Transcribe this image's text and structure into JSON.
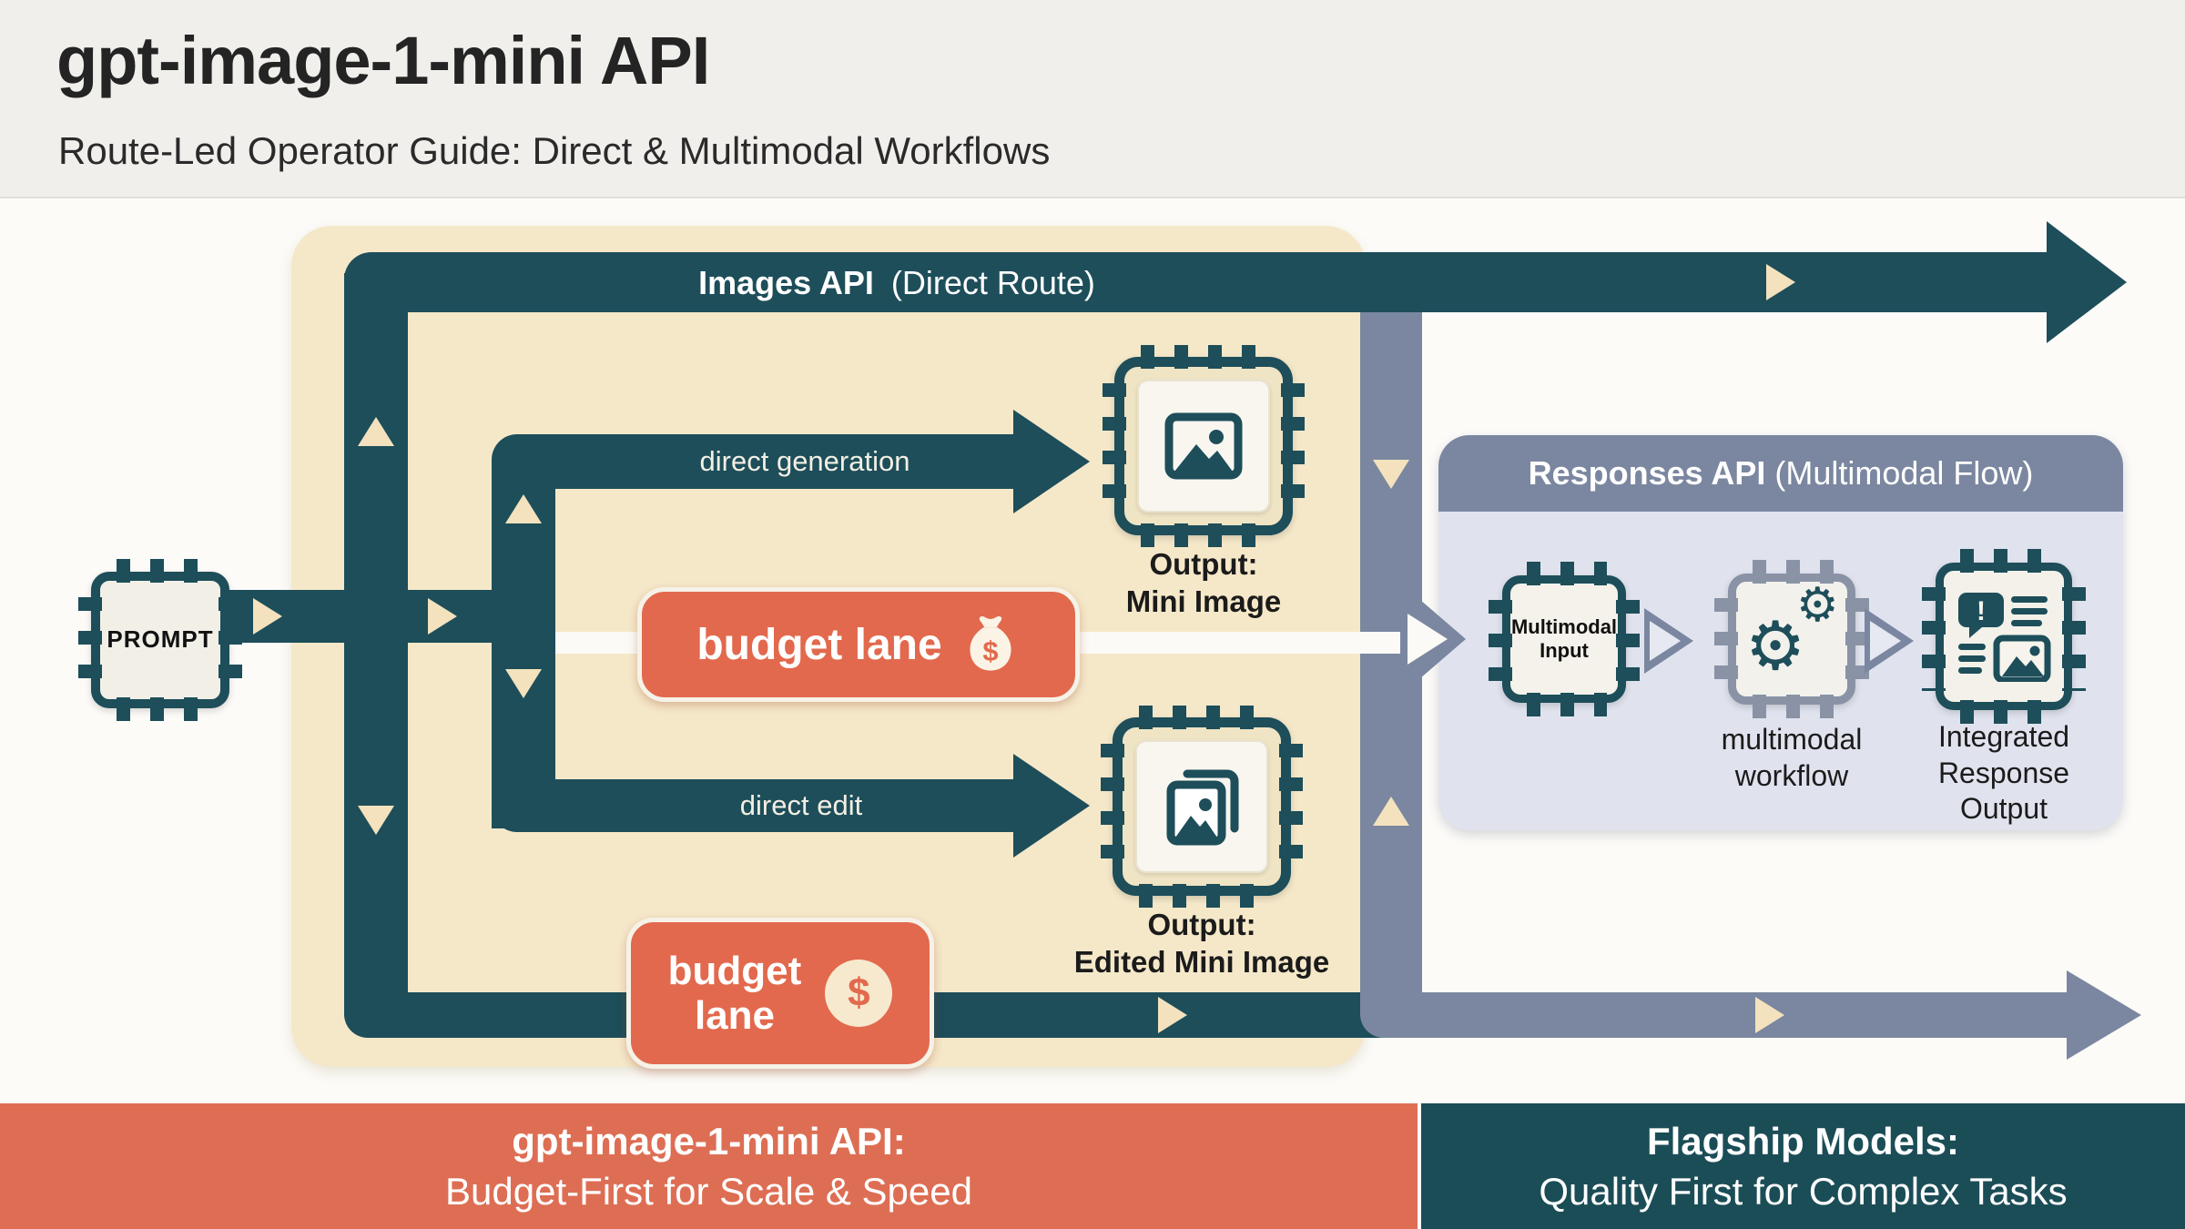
{
  "header": {
    "title": "gpt-image-1-mini API",
    "subtitle": "Route-Led Operator Guide: Direct & Multimodal Workflows"
  },
  "prompt_chip": {
    "label": "PROMPT"
  },
  "images_api": {
    "route_label_bold": "Images API",
    "route_label_rest": "(Direct Route)",
    "direct_generation_label": "direct generation",
    "direct_edit_label": "direct edit",
    "budget_lane_pill": "budget lane",
    "budget_lane_pill2_line1": "budget",
    "budget_lane_pill2_line2": "lane",
    "output_mini_line1": "Output:",
    "output_mini_line2": "Mini Image",
    "output_edited_line1": "Output:",
    "output_edited_line2": "Edited Mini Image"
  },
  "responses_api": {
    "header_bold": "Responses API",
    "header_rest": "(Multimodal Flow)",
    "input_chip_line1": "Multimodal",
    "input_chip_line2": "Input",
    "workflow_label_line1": "multimodal",
    "workflow_label_line2": "workflow",
    "output_label_line1": "Integrated",
    "output_label_line2": "Response",
    "output_label_line3": "Output"
  },
  "banners": {
    "left_line1": "gpt-image-1-mini API:",
    "left_line2": "Budget-First for Scale & Speed",
    "right_line1": "Flagship Models:",
    "right_line2": "Quality First for Complex Tasks"
  },
  "glyphs": {
    "dollar": "$",
    "gear": "⚙",
    "alert": "!"
  },
  "colors": {
    "teal": "#1d4e5a",
    "slate": "#7b87a0",
    "orange": "#e2694d",
    "beige_panel": "#f5e8c9",
    "responses_panel": "#e0e3ee"
  }
}
